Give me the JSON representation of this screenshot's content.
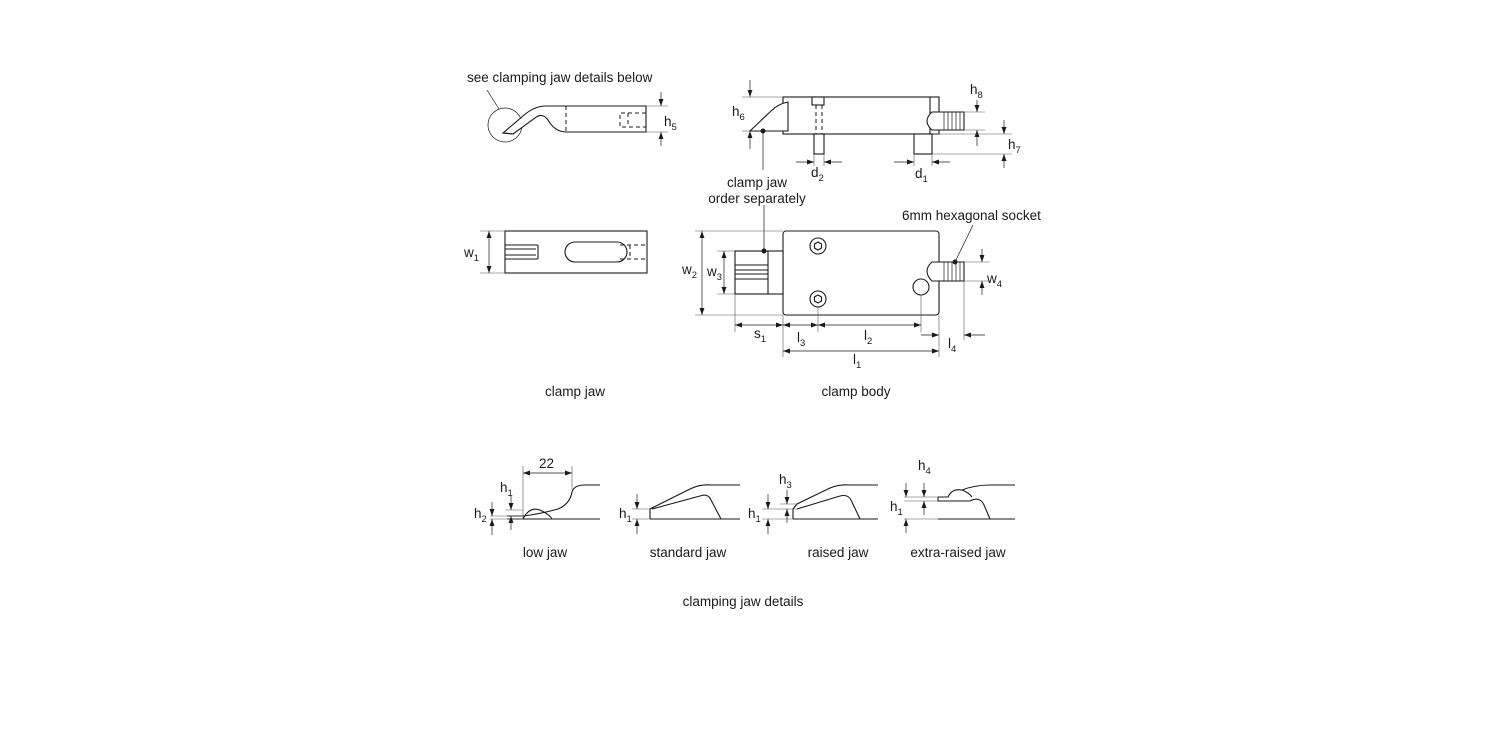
{
  "labels": {
    "see_details": "see clamping jaw details below",
    "clamp_jaw_note_line1": "clamp jaw",
    "clamp_jaw_note_line2": "order separately",
    "hex_socket": "6mm hexagonal socket"
  },
  "captions": {
    "clamp_jaw": "clamp jaw",
    "clamp_body": "clamp body",
    "low_jaw": "low jaw",
    "standard_jaw": "standard jaw",
    "raised_jaw": "raised jaw",
    "extra_raised_jaw": "extra-raised jaw",
    "details": "clamping jaw details"
  },
  "dimensions": {
    "h5": {
      "base": "h",
      "sub": "5"
    },
    "h6": {
      "base": "h",
      "sub": "6"
    },
    "h7": {
      "base": "h",
      "sub": "7"
    },
    "h8": {
      "base": "h",
      "sub": "8"
    },
    "d1": {
      "base": "d",
      "sub": "1"
    },
    "d2": {
      "base": "d",
      "sub": "2"
    },
    "w1": {
      "base": "w",
      "sub": "1"
    },
    "w2": {
      "base": "w",
      "sub": "2"
    },
    "w3": {
      "base": "w",
      "sub": "3"
    },
    "w4": {
      "base": "w",
      "sub": "4"
    },
    "s1": {
      "base": "s",
      "sub": "1"
    },
    "l1": {
      "base": "l",
      "sub": "1"
    },
    "l2": {
      "base": "l",
      "sub": "2"
    },
    "l3": {
      "base": "l",
      "sub": "3"
    },
    "l4": {
      "base": "l",
      "sub": "4"
    },
    "low_h1": {
      "base": "h",
      "sub": "1"
    },
    "low_h2": {
      "base": "h",
      "sub": "2"
    },
    "std_h1": {
      "base": "h",
      "sub": "1"
    },
    "raised_h1": {
      "base": "h",
      "sub": "1"
    },
    "raised_h3": {
      "base": "h",
      "sub": "3"
    },
    "xr_h1": {
      "base": "h",
      "sub": "1"
    },
    "xr_h4": {
      "base": "h",
      "sub": "4"
    },
    "low_22": "22"
  }
}
